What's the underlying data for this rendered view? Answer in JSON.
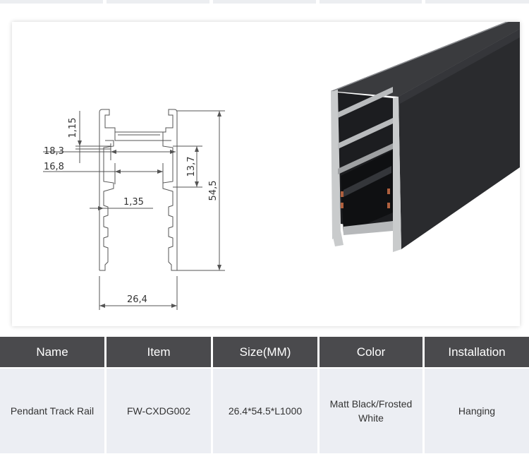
{
  "product_image": {
    "dimensions": {
      "d1": "1,15",
      "d2": "18,3",
      "d3": "16,8",
      "d4": "13,7",
      "d5": "54,5",
      "d6": "1,35",
      "d7": "26,4"
    },
    "rail_color": "#26272a",
    "metal_color": "#c9cbcc"
  },
  "spec_table": {
    "headers": [
      "Name",
      "Item",
      "Size(MM)",
      "Color",
      "Installation"
    ],
    "row": [
      "Pendant Track Rail",
      "FW-CXDG002",
      "26.4*54.5*L1000",
      "Matt Black/Frosted White",
      "Hanging"
    ]
  },
  "colors": {
    "header_bg": "#4a4a4d",
    "body_bg": "#eceef3",
    "strip_bg": "#eceef1"
  }
}
